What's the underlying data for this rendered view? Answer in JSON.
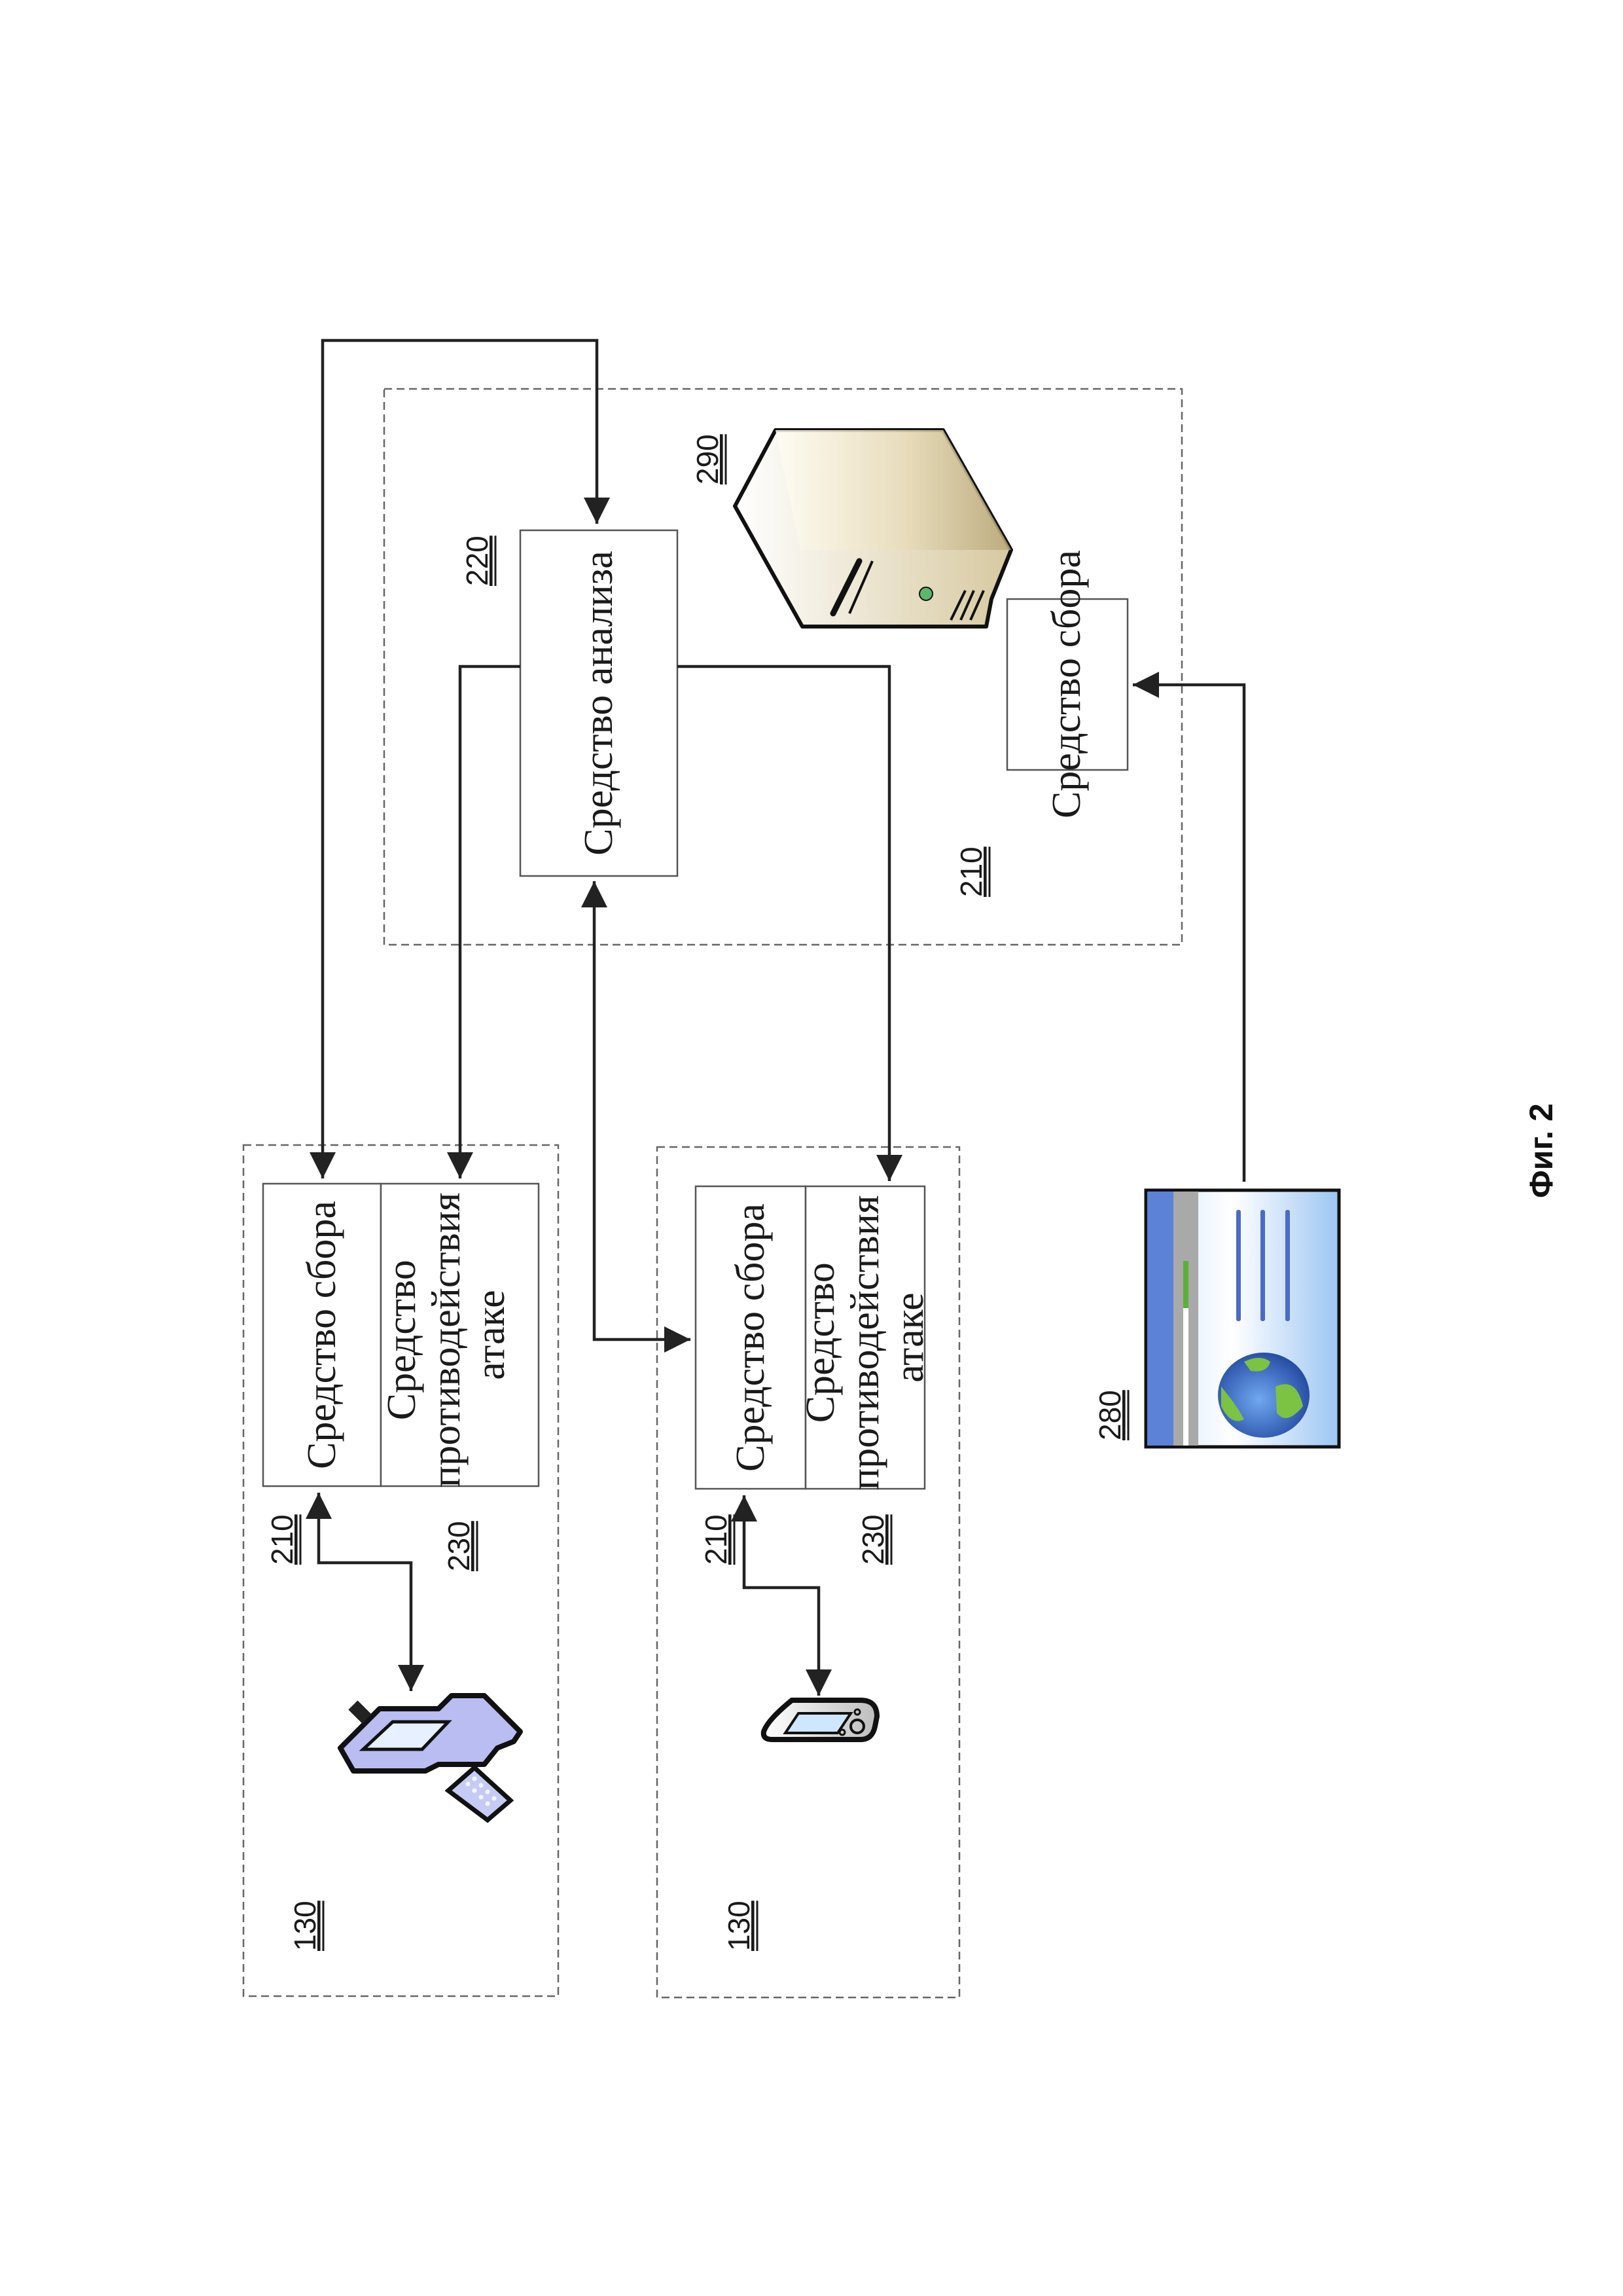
{
  "figure": {
    "caption": "Фиг. 2",
    "orientation": "rotated-90-ccw"
  },
  "groups": [
    {
      "id": "client-pc",
      "device": {
        "ref": "130",
        "icon": "desktop-computer-icon"
      },
      "modules": [
        {
          "ref": "210",
          "label_lines": [
            "Средство сбора"
          ]
        },
        {
          "ref": "230",
          "label_lines": [
            "Средство",
            "противодействия",
            "атаке"
          ]
        }
      ]
    },
    {
      "id": "client-mobile",
      "device": {
        "ref": "130",
        "icon": "handheld-device-icon"
      },
      "modules": [
        {
          "ref": "210",
          "label_lines": [
            "Средство сбора"
          ]
        },
        {
          "ref": "230",
          "label_lines": [
            "Средство",
            "противодействия",
            "атаке"
          ]
        }
      ]
    },
    {
      "id": "server",
      "device": {
        "ref": "290",
        "icon": "server-icon"
      },
      "modules": [
        {
          "ref": "220",
          "label_lines": [
            "Средство анализа"
          ]
        },
        {
          "ref": "210",
          "label_lines": [
            "Средство сбора"
          ]
        }
      ]
    }
  ],
  "external": {
    "ref": "280",
    "icon": "web-browser-globe-icon",
    "colors": {
      "sky": "#8fbdf0",
      "bar": "#5b82d6",
      "land": "#7cc243",
      "ocean": "#2f55b0",
      "tab": "#a9a9a9",
      "progress": "#5ab03a"
    }
  },
  "connections": [
    {
      "from": "client-pc.210",
      "to": "server.220",
      "type": "bidirectional"
    },
    {
      "from": "server.220",
      "to": "client-pc.230",
      "type": "directed"
    },
    {
      "from": "server.220",
      "to": "client-mobile.230",
      "type": "directed"
    },
    {
      "from": "client-mobile.210",
      "to": "server.220",
      "type": "bidirectional"
    },
    {
      "from": "client-pc.device",
      "to": "client-pc.210",
      "type": "bidirectional"
    },
    {
      "from": "client-mobile.device",
      "to": "client-mobile.210",
      "type": "bidirectional"
    },
    {
      "from": "external.280",
      "to": "server.210",
      "type": "directed"
    }
  ],
  "colors": {
    "line": "#222222",
    "dashed_border": "#666666",
    "pc_body": "#b9bdf2",
    "pc_screen": "#e6f0ff",
    "server_body": "#d9cca6",
    "server_led": "#5fb56b",
    "mobile_screen": "#cfe6ff"
  }
}
